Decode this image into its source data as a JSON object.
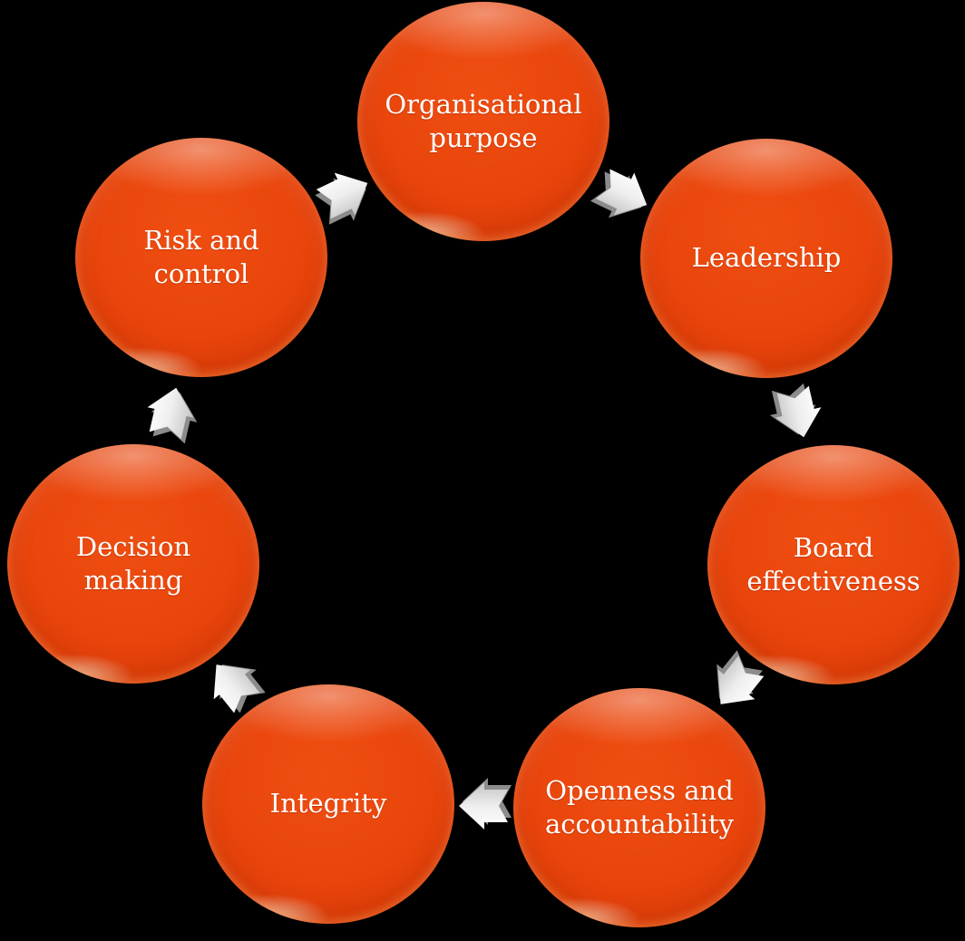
{
  "diagram": {
    "type": "cycle",
    "direction": "clockwise",
    "colors": {
      "background": "#000000",
      "node_fill": "#e7430b",
      "node_fill_dark_edge": "#d23a05",
      "node_fill_highlight": "#f04e11",
      "node_text": "#ffffff",
      "arrow_fill": "#f0f0f0",
      "arrow_shade": "#9b9b9b"
    },
    "nodes": [
      {
        "id": "organisational-purpose",
        "label": "Organisational\npurpose"
      },
      {
        "id": "leadership",
        "label": "Leadership"
      },
      {
        "id": "board-effectiveness",
        "label": "Board\neffectiveness"
      },
      {
        "id": "openness-and-accountability",
        "label": "Openness and\naccountability"
      },
      {
        "id": "integrity",
        "label": "Integrity"
      },
      {
        "id": "decision-making",
        "label": "Decision\nmaking"
      },
      {
        "id": "risk-and-control",
        "label": "Risk and\ncontrol"
      }
    ],
    "flow_order": [
      "Organisational purpose",
      "Leadership",
      "Board effectiveness",
      "Openness and accountability",
      "Integrity",
      "Decision making",
      "Risk and control"
    ]
  }
}
